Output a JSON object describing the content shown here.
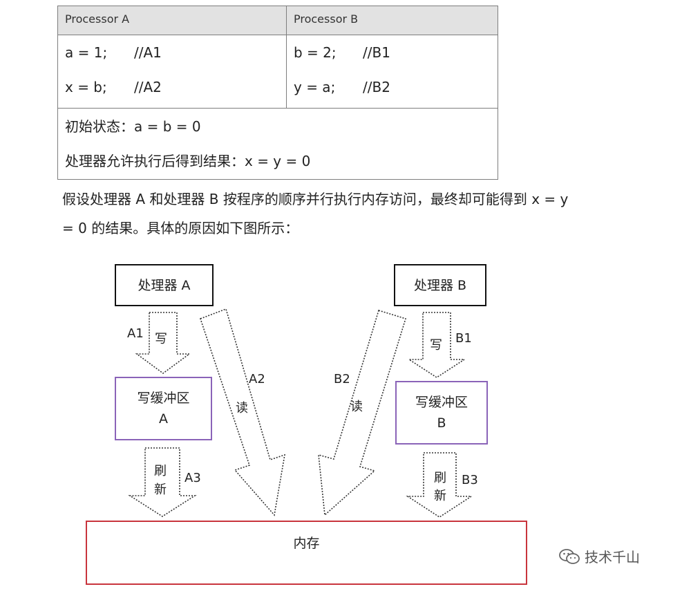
{
  "table": {
    "header_a": "Processor A",
    "header_b": "Processor B",
    "a_row1_code": "a = 1;",
    "a_row1_comment": "//A1",
    "a_row2_code": "x = b;",
    "a_row2_comment": "//A2",
    "b_row1_code": "b = 2;",
    "b_row1_comment": "//B1",
    "b_row2_code": "y = a;",
    "b_row2_comment": "//B2",
    "initial_state": "初始状态：a = b = 0",
    "result": "处理器允许执行后得到结果：x = y = 0"
  },
  "paragraph": {
    "line1": "假设处理器 A 和处理器 B 按程序的顺序并行执行内存访问，最终却可能得到 x = y",
    "line2": "= 0 的结果。具体的原因如下图所示："
  },
  "diagram": {
    "proc_a": "处理器 A",
    "proc_b": "处理器 B",
    "buf_a_line1": "写缓冲区",
    "buf_a_line2": "A",
    "buf_b_line1": "写缓冲区",
    "buf_b_line2": "B",
    "memory": "内存",
    "a1": "A1",
    "a1_op": "写",
    "a2": "A2",
    "a2_op": "读",
    "a3": "A3",
    "a3_op_1": "刷",
    "a3_op_2": "新",
    "b1": "B1",
    "b1_op": "写",
    "b2": "B2",
    "b2_op": "读",
    "b3": "B3",
    "b3_op_1": "刷",
    "b3_op_2": "新"
  },
  "watermark": {
    "text": "技术千山",
    "icon": "wechat-icon"
  }
}
